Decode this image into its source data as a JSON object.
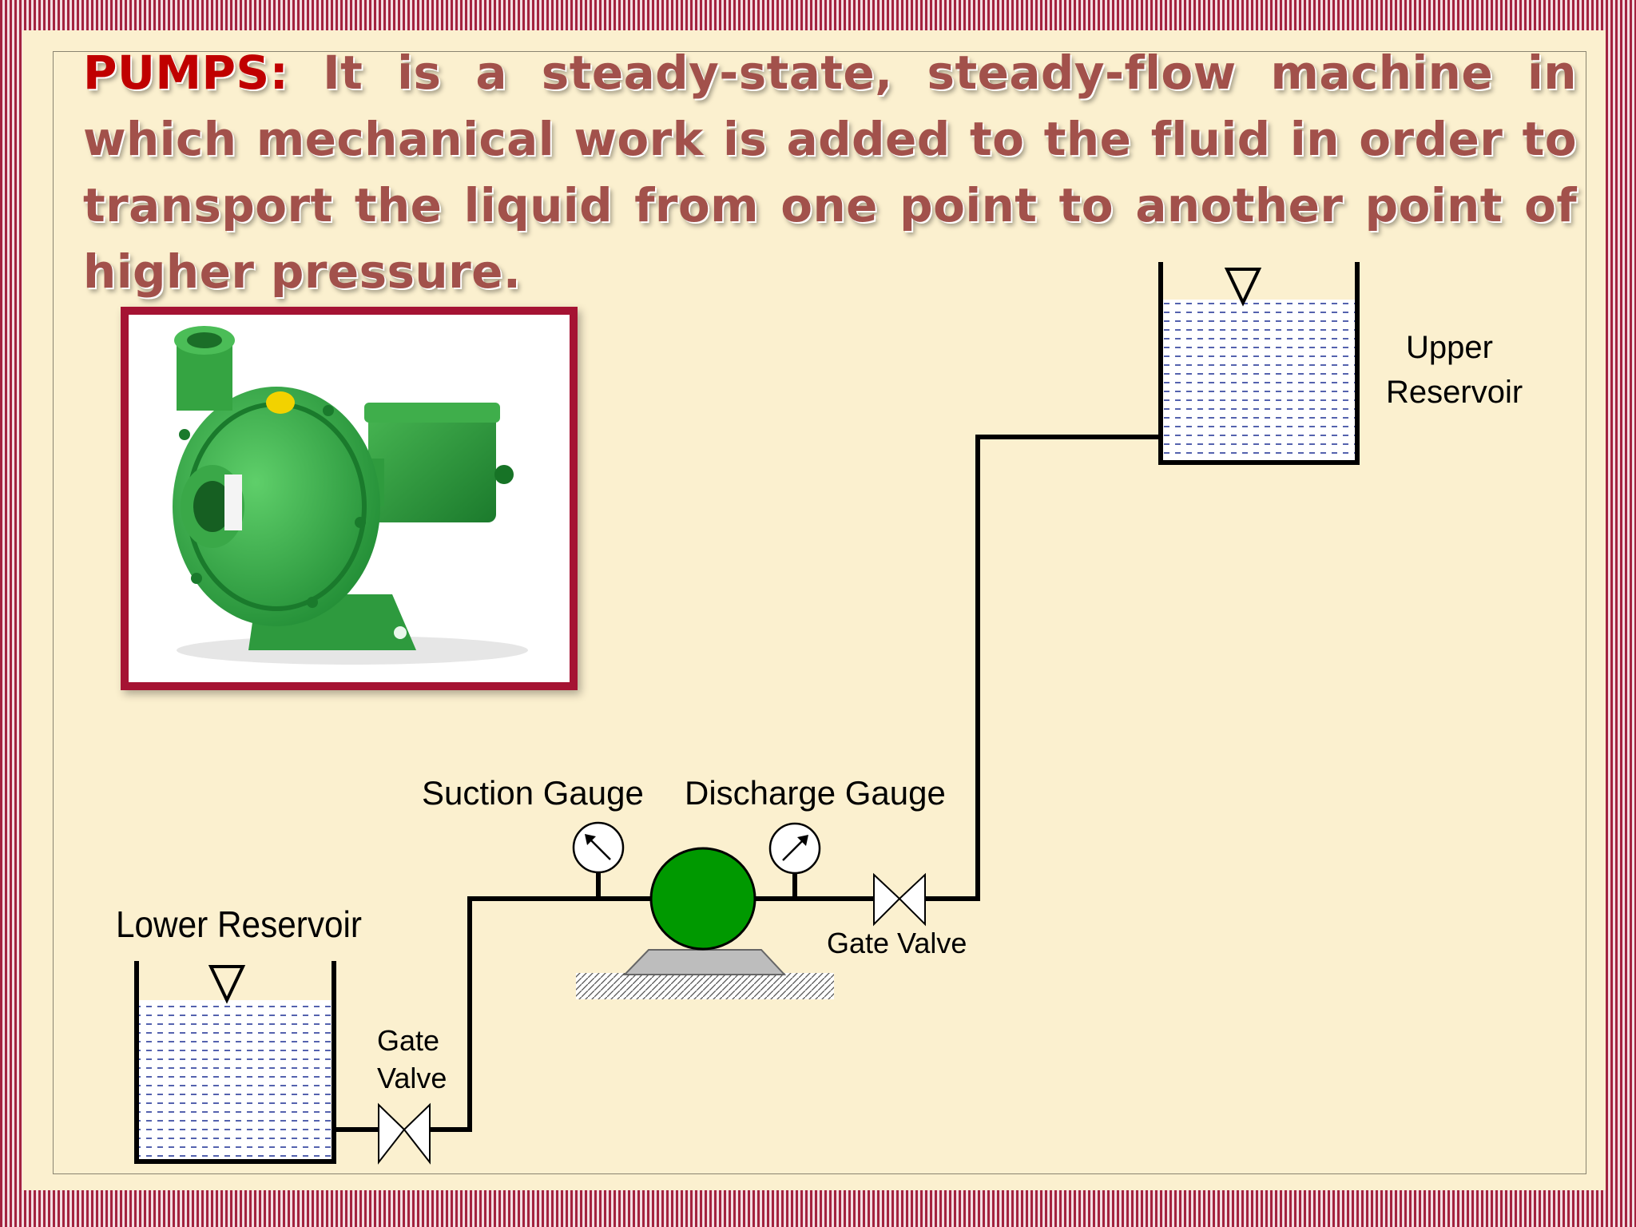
{
  "heading": {
    "lead": "PUMPS:",
    "text": " It is a steady-state, steady-flow machine in which mechanical  work is added to the fluid in order to transport the liquid from one point to another point of higher pressure."
  },
  "diagram": {
    "suction_gauge": "Suction Gauge",
    "discharge_gauge": "Discharge Gauge",
    "lower_reservoir": "Lower Reservoir",
    "upper_reservoir_line1": "Upper",
    "upper_reservoir_line2": "Reservoir",
    "gate_valve_lower_line1": "Gate",
    "gate_valve_lower_line2": "Valve",
    "gate_valve_upper": "Gate Valve"
  },
  "colors": {
    "border_stripe": "#a3233f",
    "slide_bg": "#fbf0cf",
    "heading_text": "#a2514b",
    "heading_lead": "#c00000",
    "pump_green": "#009900",
    "photo_frame": "#a51333"
  }
}
